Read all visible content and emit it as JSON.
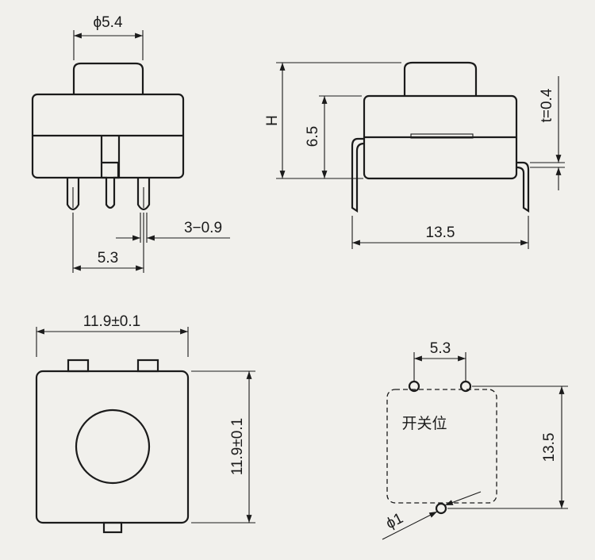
{
  "front_view": {
    "button_diameter": "ϕ5.4",
    "pin_spacing": "5.3",
    "pin_spec": "3−0.9"
  },
  "side_view": {
    "total_height": "H",
    "body_height": "6.5",
    "terminal_thickness": "t=0.4",
    "terminal_span": "13.5"
  },
  "top_view": {
    "width": "11.9±0.1",
    "depth": "11.9±0.1"
  },
  "pcb_layout": {
    "hole_spacing": "5.3",
    "outline_height": "13.5",
    "switch_position_label": "开关位",
    "hole_diameter": "ϕ1"
  },
  "colors": {
    "line": "#1b1b1b",
    "paper": "#f1f0ec"
  }
}
